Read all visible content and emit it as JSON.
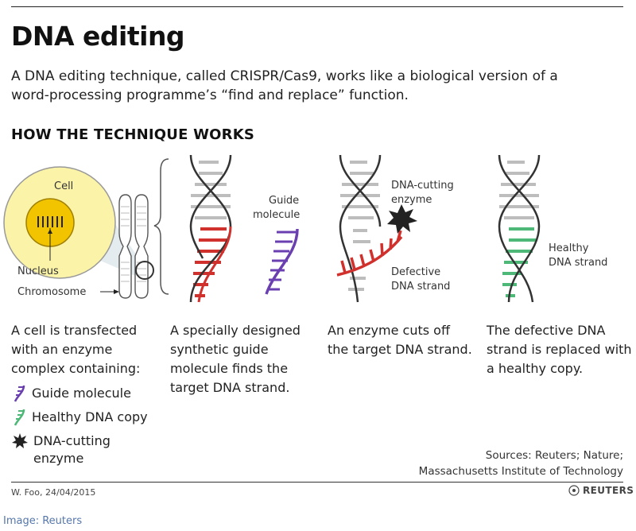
{
  "title": "DNA editing",
  "subtitle": "A DNA editing technique, called CRISPR/Cas9, works like a biological version of a word-processing programme’s “find and replace” function.",
  "section_heading": "HOW THE TECHNIQUE WORKS",
  "diagram_labels": {
    "cell": "Cell",
    "nucleus": "Nucleus",
    "chromosome": "Chromosome",
    "guide_molecule_line1": "Guide",
    "guide_molecule_line2": "molecule",
    "enzyme_line1": "DNA-cutting",
    "enzyme_line2": "enzyme",
    "defective_line1": "Defective",
    "defective_line2": "DNA strand",
    "healthy_line1": "Healthy",
    "healthy_line2": "DNA strand"
  },
  "steps": [
    {
      "text": "A cell is transfected with an enzyme complex containing:"
    },
    {
      "text": "A specially designed synthetic guide molecule finds the target DNA strand."
    },
    {
      "text": "An enzyme cuts off the target DNA strand."
    },
    {
      "text": "The defective DNA strand is replaced with a healthy copy."
    }
  ],
  "legend": [
    {
      "label": "Guide molecule",
      "icon": "guide-molecule-icon",
      "color": "#6a3fb0"
    },
    {
      "label": "Healthy DNA copy",
      "icon": "healthy-dna-icon",
      "color": "#4db877"
    },
    {
      "label": "DNA-cutting enzyme",
      "icon": "enzyme-star-icon",
      "color": "#222222"
    }
  ],
  "sources_line1": "Sources: Reuters; Nature;",
  "sources_line2": "Massachusetts Institute of Technology",
  "credit": "W. Foo, 24/04/2015",
  "reuters_logo": "REUTERS",
  "image_credit": "Image: Reuters",
  "colors": {
    "cell_fill": "#fbf3a8",
    "nucleus_fill": "#f2c400",
    "defective": "#d0312d",
    "guide": "#6a3fb0",
    "healthy": "#4db877",
    "rungs": "#bdbdbd"
  }
}
